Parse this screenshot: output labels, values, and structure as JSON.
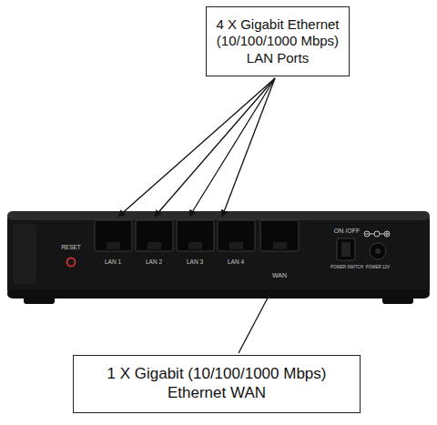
{
  "diagram": {
    "nodes": [
      {
        "text": [
          "4 X Gigabit Ethernet (10/100/1000 Mbps) LAN Ports"
        ]
      },
      {
        "text": [
          "1 X Gigabit (10/100/1000 Mbps) Ethernet WAN"
        ]
      }
    ],
    "labels": [
      "RESET",
      "LAN 1",
      "LAN 2",
      "LAN 3",
      "LAN 4",
      "WAN",
      "ON /OFF",
      "POWER SWITCH",
      "POWER 12V"
    ]
  }
}
